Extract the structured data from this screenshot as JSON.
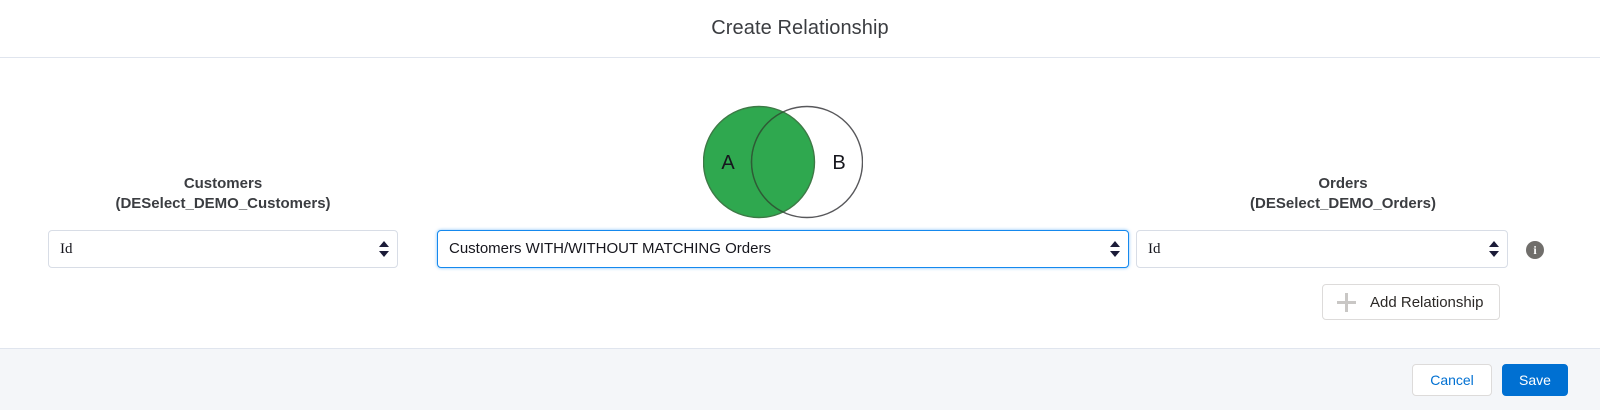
{
  "header": {
    "title": "Create Relationship"
  },
  "venn": {
    "label_a": "A",
    "label_b": "B",
    "fill_color": "#2FA84F",
    "stroke_color": "#58585b",
    "empty_fill": "#ffffff",
    "description": "Circle A shaded including overlap, circle B unshaded"
  },
  "columns": {
    "left": {
      "title": "Customers",
      "subtitle": "(DESelect_DEMO_Customers)"
    },
    "right": {
      "title": "Orders",
      "subtitle": "(DESelect_DEMO_Orders)"
    }
  },
  "fields": {
    "left_select": {
      "value": "Id",
      "focused": false
    },
    "relation_select": {
      "value": "Customers WITH/WITHOUT MATCHING Orders",
      "focused": true
    },
    "right_select": {
      "value": "Id",
      "focused": false
    },
    "info_icon_glyph": "i"
  },
  "actions": {
    "add_relationship_label": "Add Relationship",
    "add_relationship_icon": "plus-icon"
  },
  "footer": {
    "cancel_label": "Cancel",
    "save_label": "Save",
    "brand_color": "#0070d2"
  }
}
